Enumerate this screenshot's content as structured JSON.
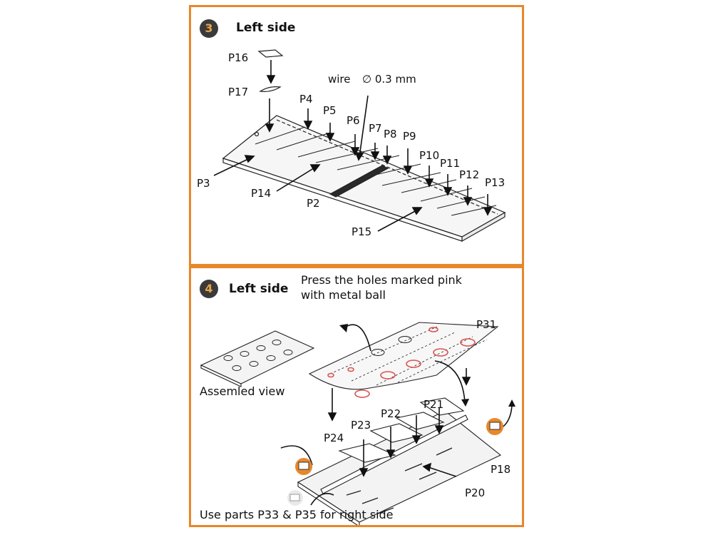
{
  "step3": {
    "number": "3",
    "title": "Left side",
    "wire_label": "wire",
    "wire_size": "∅ 0.3 mm",
    "parts": [
      "P16",
      "P17",
      "P4",
      "P5",
      "P6",
      "P7",
      "P8",
      "P9",
      "P10",
      "P11",
      "P12",
      "P13",
      "P3",
      "P14",
      "P2",
      "P15"
    ]
  },
  "step4": {
    "number": "4",
    "title": "Left side",
    "instruction_line1": "Press the holes marked pink",
    "instruction_line2": "with metal ball",
    "assembled_label": "Assemled view",
    "parts": [
      "P31",
      "P21",
      "P22",
      "P23",
      "P24",
      "P18",
      "P20"
    ],
    "footer": "Use parts P33 & P35 for right side"
  },
  "colors": {
    "frame": "#e8872a",
    "badge": "#3a3a3a",
    "badge_text": "#e8a44a",
    "pink": "#d9534f"
  }
}
